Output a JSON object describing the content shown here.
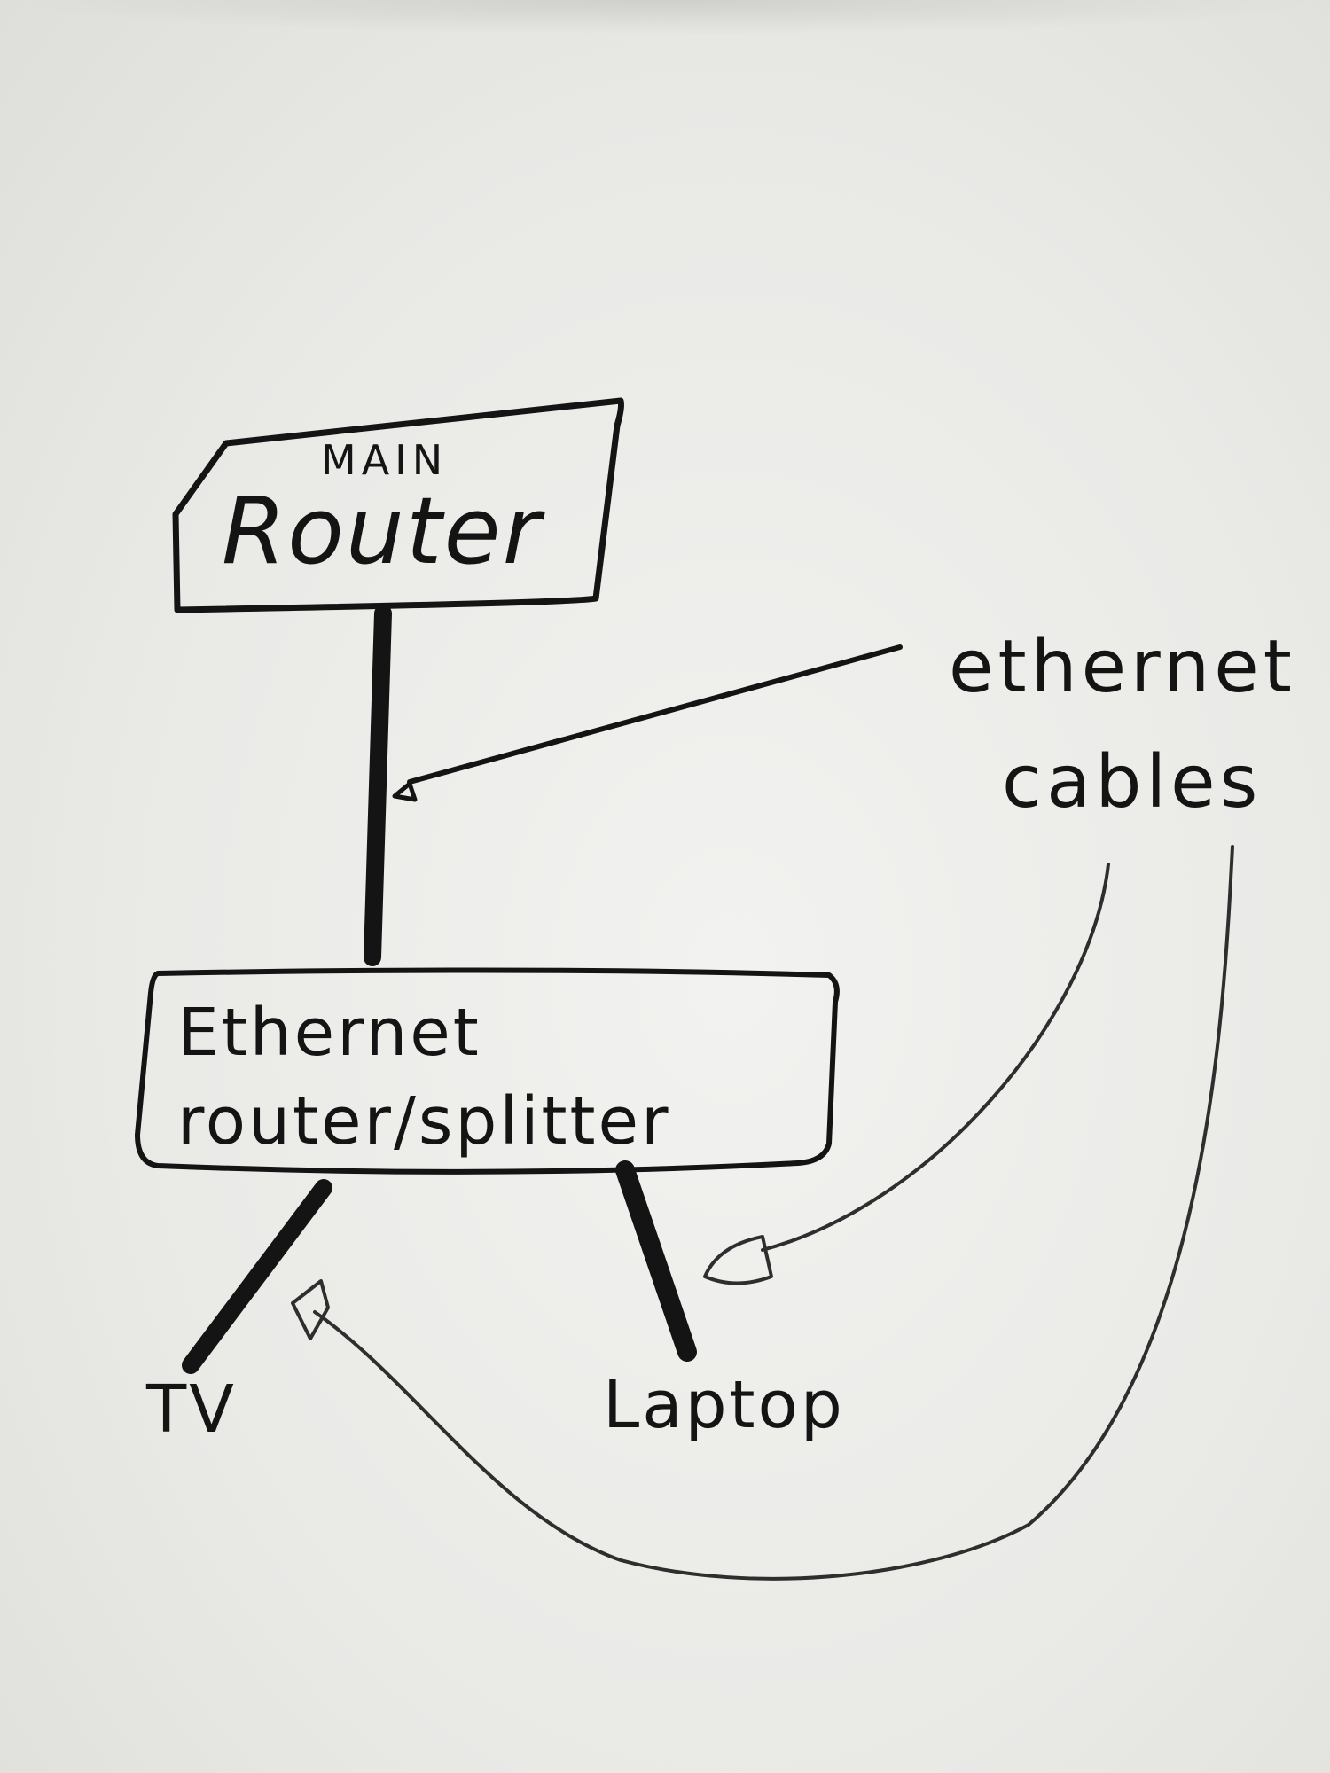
{
  "nodes": {
    "main_router": {
      "line1": "MAIN",
      "line2": "Router"
    },
    "ethernet_splitter": {
      "line1": "Ethernet",
      "line2": "router/splitter"
    },
    "tv": {
      "label": "TV"
    },
    "laptop": {
      "label": "Laptop"
    }
  },
  "annotation": {
    "line1": "ethernet",
    "line2": "cables"
  },
  "edges": [
    {
      "from": "MAIN Router",
      "to": "Ethernet router/splitter",
      "kind": "ethernet cable"
    },
    {
      "from": "Ethernet router/splitter",
      "to": "TV",
      "kind": "ethernet cable"
    },
    {
      "from": "Ethernet router/splitter",
      "to": "Laptop",
      "kind": "ethernet cable"
    }
  ],
  "colors": {
    "ink": "#141414",
    "paper": "#ecebe8",
    "pencil": "#2e2e2e"
  }
}
